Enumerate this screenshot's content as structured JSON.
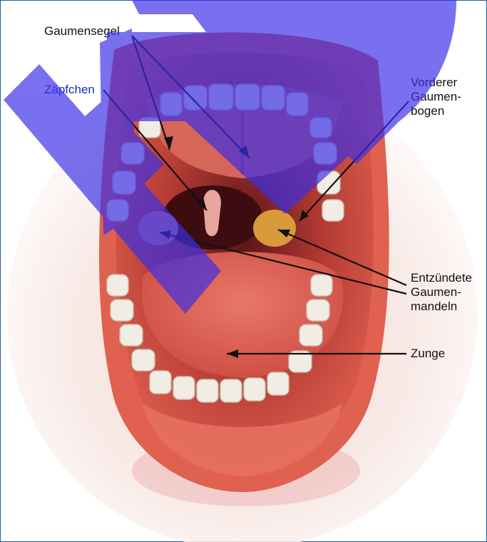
{
  "labels": {
    "soft_palate": "Gaumensegel",
    "uvula": "Zäpfchen",
    "anterior_arch": "Vorderer\nGaumen-\nbogen",
    "tonsils": "Entzündete\nGaumen-\nmandeln",
    "tongue": "Zunge"
  },
  "colors": {
    "frame": "#1f5fa0",
    "watermark": "#3a2ee8",
    "lip": "#e0614f",
    "tonsil_highlight": "#d89a3a"
  }
}
